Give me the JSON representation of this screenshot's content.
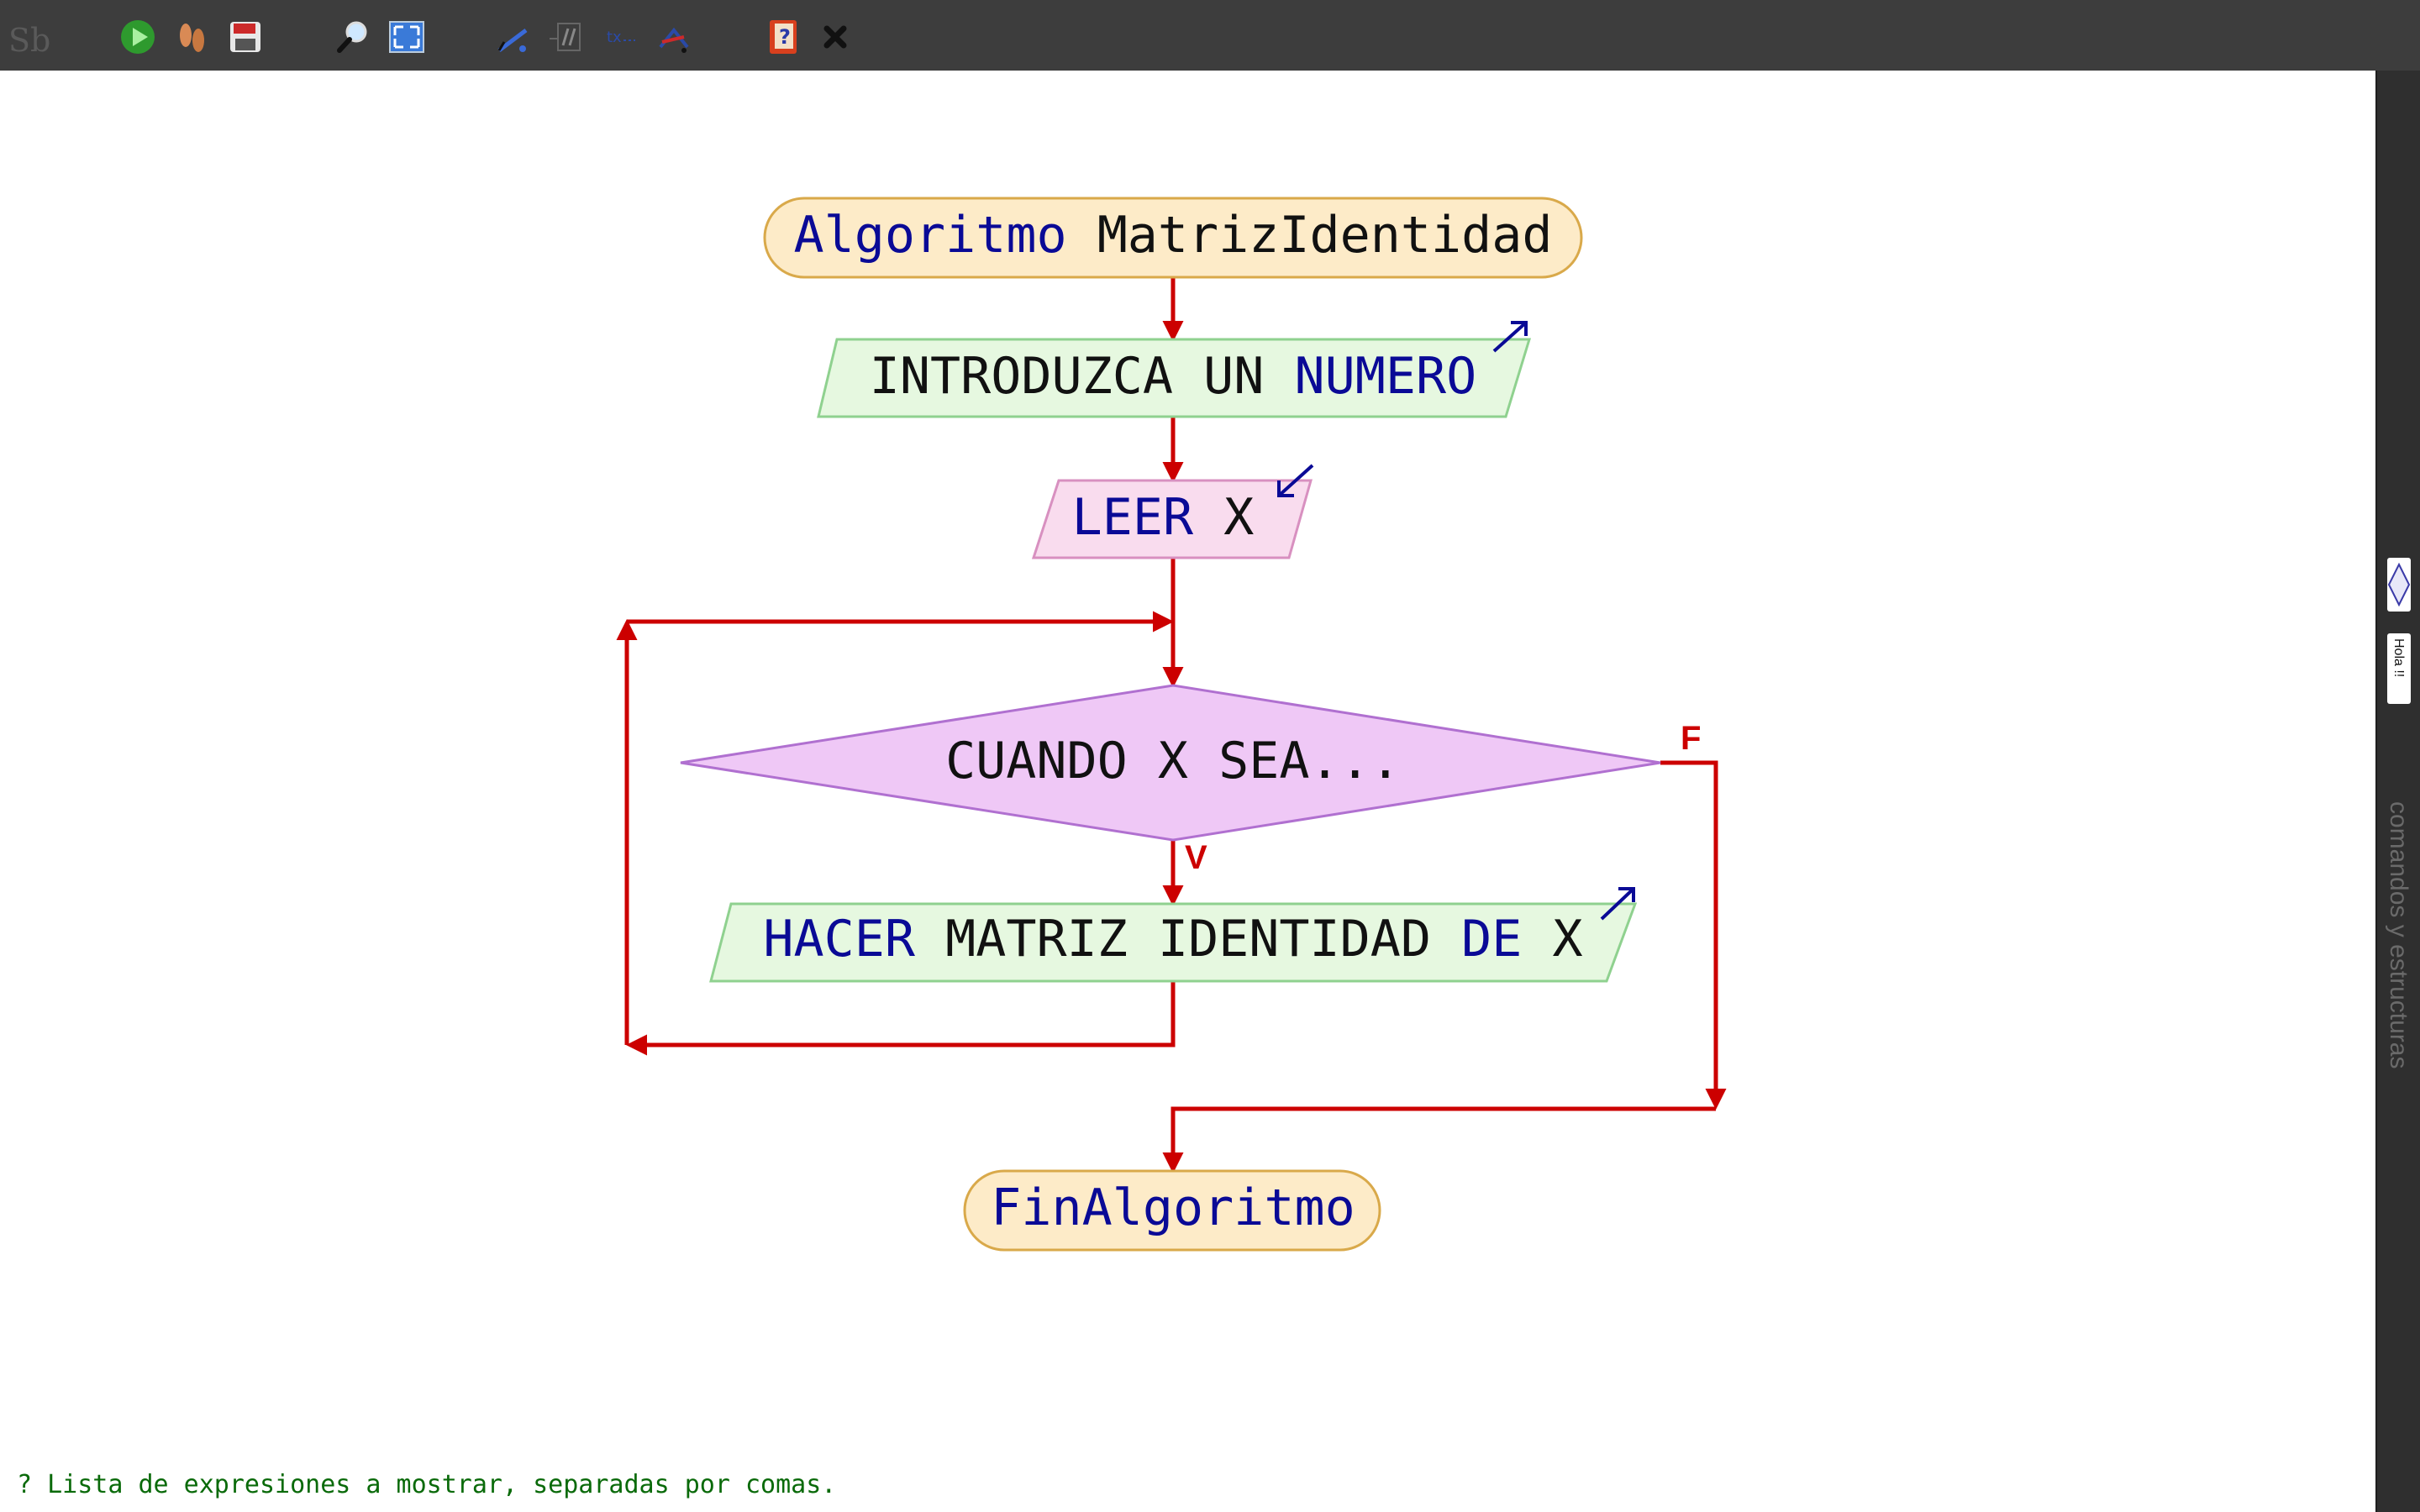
{
  "toolbar": {
    "app_logo": "Sb",
    "buttons": [
      {
        "name": "run-button",
        "icon": "play-icon"
      },
      {
        "name": "step-by-step-button",
        "icon": "footprints-icon"
      },
      {
        "name": "save-button",
        "icon": "floppy-icon"
      },
      {
        "name": "zoom-button",
        "icon": "magnifier-icon"
      },
      {
        "name": "fit-screen-button",
        "icon": "expand-icon"
      },
      {
        "name": "edit-tool-button",
        "icon": "pencil-diagram-icon"
      },
      {
        "name": "align-tool-button",
        "icon": "align-icon"
      },
      {
        "name": "text-tool-button",
        "icon": "text-tool-icon"
      },
      {
        "name": "draw-tool-button",
        "icon": "pen-icon"
      },
      {
        "name": "help-button",
        "icon": "help-book-icon"
      },
      {
        "name": "close-button",
        "icon": "close-icon"
      }
    ]
  },
  "flowchart": {
    "start": {
      "keyword": "Algoritmo",
      "name": "MatrizIdentidad"
    },
    "write": {
      "text": "INTRODUZCA UN",
      "keyword": "NUMERO"
    },
    "read": {
      "keyword": "LEER",
      "var": "X"
    },
    "decision": {
      "text": "CUANDO X SEA...",
      "false_label": "F",
      "true_label": "V"
    },
    "process": {
      "kw1": "HACER",
      "text": "MATRIZ IDENTIDAD",
      "kw2": "DE",
      "var": "X"
    },
    "end": {
      "keyword": "FinAlgoritmo"
    }
  },
  "side_panel": {
    "button_hint": "Hola !!",
    "vertical_label": "comandos y estructuras"
  },
  "status": {
    "text": "? Lista de expresiones a mostrar, separadas por comas."
  },
  "colors": {
    "arrow": "#cc0000",
    "keyword": "#0a0a96",
    "start_end_fill": "#fdebc8",
    "io_fill": "#e6f8e0",
    "read_fill": "#f9dcee",
    "decision_fill": "#efc8f6",
    "status_text": "#0a6a0a"
  }
}
